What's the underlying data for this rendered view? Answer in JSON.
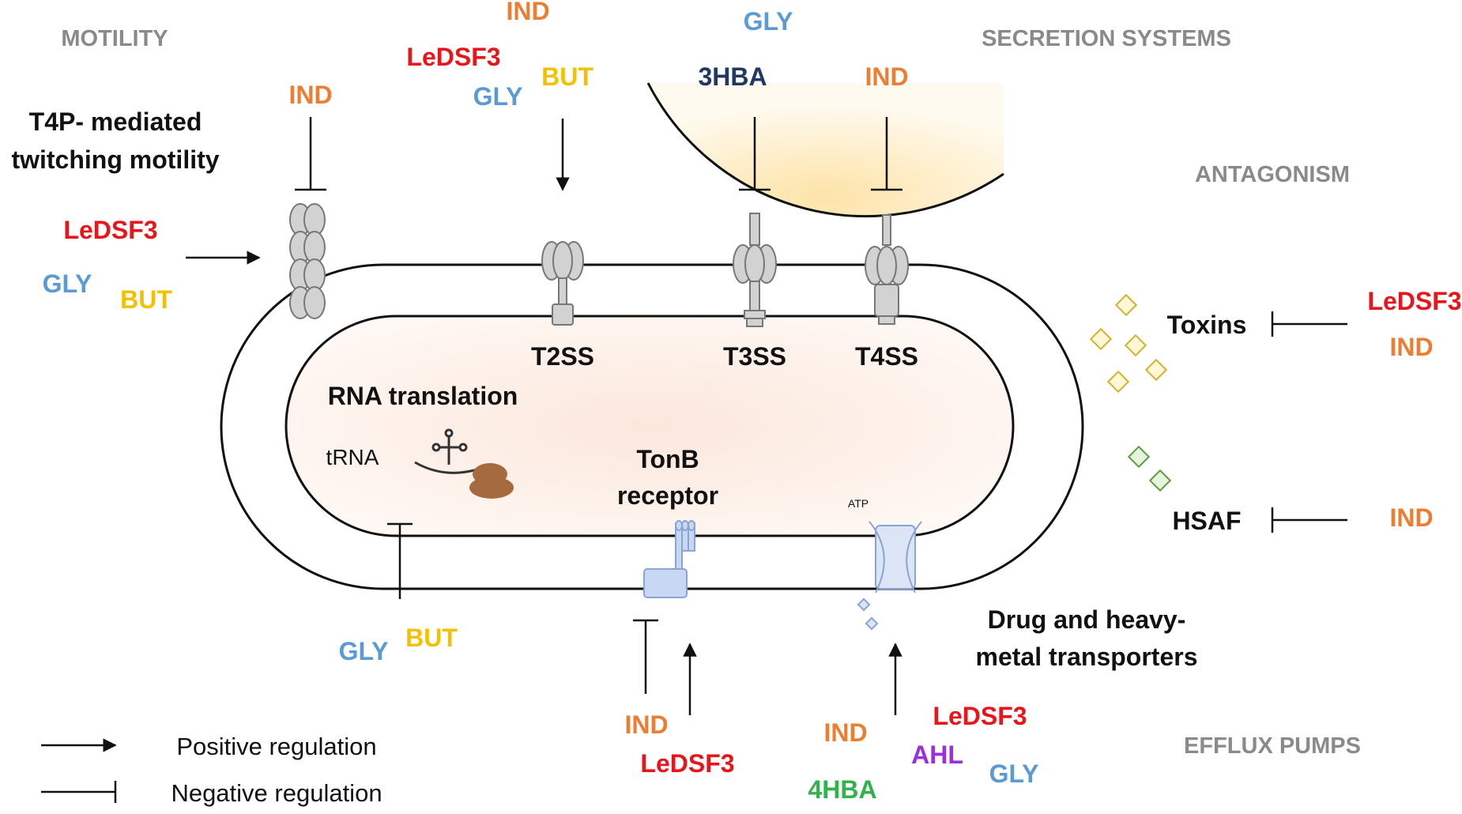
{
  "colors": {
    "section": "#8a8a8a",
    "ledsf3": "#e8151b",
    "ind": "#ed7d31",
    "gly": "#5b9bd5",
    "but": "#f5c000",
    "hba3": "#1f3864",
    "hba4": "#2fb34a",
    "ahl": "#9b30d9",
    "black": "#111111",
    "toxin_diamond": "#d4b22e",
    "hsaf_diamond": "#5a9e40",
    "transporter": "#a9bfe6"
  },
  "sections": {
    "motility": "MOTILITY",
    "secretion": "SECRETION SYSTEMS",
    "antagonism": "ANTAGONISM",
    "efflux": "EFFLUX PUMPS"
  },
  "labels": {
    "t4p_line1": "T4P- mediated",
    "t4p_line2": "twitching motility",
    "t2ss": "T2SS",
    "t3ss": "T3SS",
    "t4ss": "T4SS",
    "rna_translation": "RNA translation",
    "trna": "tRNA",
    "tonb_line1": "TonB",
    "tonb_line2": "receptor",
    "atp": "ATP",
    "drug_line1": "Drug and heavy-",
    "drug_line2": "metal transporters",
    "toxins": "Toxins",
    "hsaf": "HSAF"
  },
  "signals": {
    "motility_ind": "IND",
    "motility_ledsf3": "LeDSF3",
    "motility_gly": "GLY",
    "motility_but": "BUT",
    "t2ss_ind": "IND",
    "t2ss_ledsf3": "LeDSF3",
    "t2ss_gly": "GLY",
    "t2ss_but": "BUT",
    "t3ss_gly": "GLY",
    "t3ss_3hba": "3HBA",
    "t4ss_ind": "IND",
    "rna_gly": "GLY",
    "rna_but": "BUT",
    "tonb_ind": "IND",
    "tonb_ledsf3": "LeDSF3",
    "efflux_ind": "IND",
    "efflux_ledsf3": "LeDSF3",
    "efflux_ahl": "AHL",
    "efflux_gly": "GLY",
    "efflux_4hba": "4HBA",
    "toxins_ledsf3": "LeDSF3",
    "toxins_ind": "IND",
    "hsaf_ind": "IND"
  },
  "legend": {
    "positive": "Positive regulation",
    "negative": "Negative regulation"
  }
}
